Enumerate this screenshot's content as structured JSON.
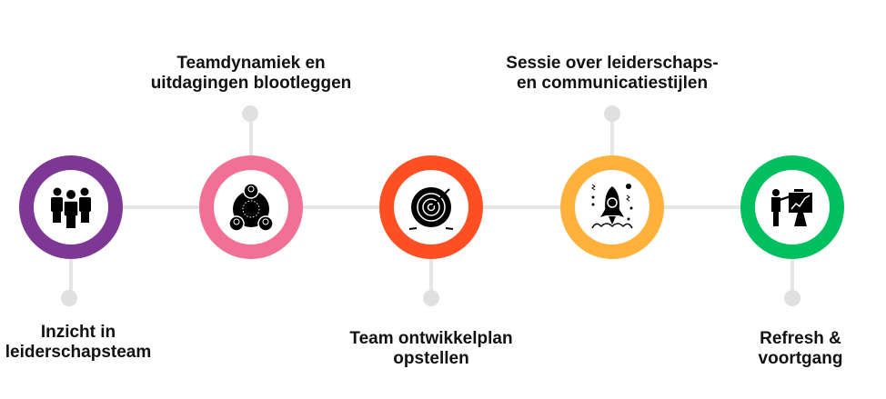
{
  "colors": {
    "step1": "#7e3794",
    "step2": "#f27096",
    "step3": "#ff4f23",
    "step4": "#ffb13b",
    "step5": "#00bf5f",
    "connector": "#e6e6e6"
  },
  "steps": [
    {
      "icon": "team-people-icon",
      "lines": [
        "Inzicht in",
        "leiderschapsteam"
      ],
      "position": "below"
    },
    {
      "icon": "group-network-icon",
      "lines": [
        "Teamdynamiek en",
        "uitdagingen blootleggen"
      ],
      "position": "above"
    },
    {
      "icon": "target-dartboard-icon",
      "lines": [
        "Team ontwikkelplan",
        "opstellen"
      ],
      "position": "below"
    },
    {
      "icon": "rocket-launch-icon",
      "lines": [
        "Sessie over leiderschaps-",
        "en communicatiestijlen"
      ],
      "position": "above"
    },
    {
      "icon": "presentation-chart-icon",
      "lines": [
        "Refresh &",
        "voortgang"
      ],
      "position": "below"
    }
  ]
}
